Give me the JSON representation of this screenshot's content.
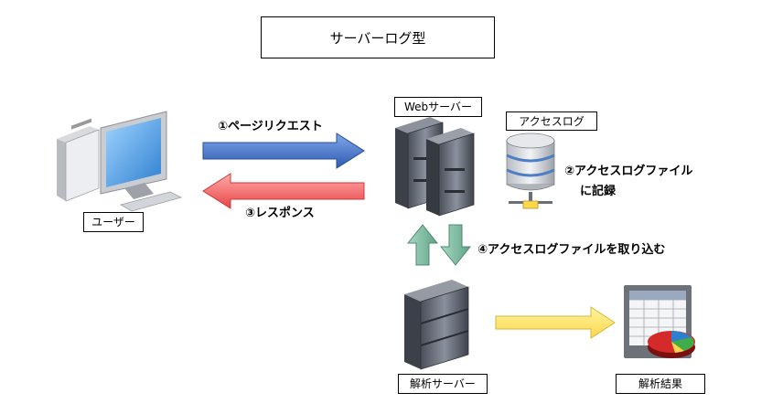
{
  "title": "サーバーログ型",
  "nodes": {
    "user": "ユーザー",
    "web_server": "Webサーバー",
    "access_log": "アクセスログ",
    "analysis_server": "解析サーバー",
    "analysis_result": "解析結果"
  },
  "steps": {
    "request": "①ページリクエスト",
    "response": "③レスポンス",
    "log_record_line1": "②アクセスログファイル",
    "log_record_line2": "に記録",
    "import": "④アクセスログファイルを取り込む"
  },
  "colors": {
    "request_arrow": "#4472c4",
    "response_arrow": "#ff6b6b",
    "import_arrow": "#7cb9a0",
    "result_arrow": "#ffe066"
  }
}
